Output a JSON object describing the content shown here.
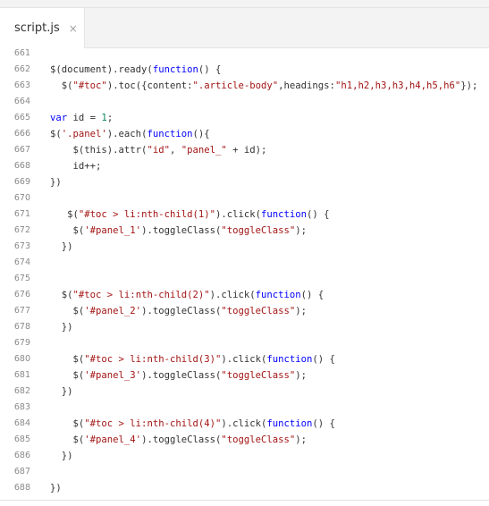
{
  "colors": {
    "keyword": "#0000ff",
    "string": "#a31515",
    "number": "#098658",
    "text": "#333333",
    "line_number": "#8a8a8a",
    "tab_bar_bg": "#f3f3f3"
  },
  "tab": {
    "label": "script.js",
    "close_icon": "×"
  },
  "lines": [
    {
      "num": "661",
      "indent": "",
      "tokens": []
    },
    {
      "num": "662",
      "indent": "",
      "tokens": [
        {
          "t": "$(document).ready(",
          "c": "plain"
        },
        {
          "t": "function",
          "c": "kw"
        },
        {
          "t": "() {",
          "c": "plain"
        }
      ]
    },
    {
      "num": "663",
      "indent": "  ",
      "tokens": [
        {
          "t": "$(",
          "c": "plain"
        },
        {
          "t": "\"#toc\"",
          "c": "str"
        },
        {
          "t": ").toc({content:",
          "c": "plain"
        },
        {
          "t": "\".article-body\"",
          "c": "str"
        },
        {
          "t": ",headings:",
          "c": "plain"
        },
        {
          "t": "\"h1,h2,h3,h3,h4,h5,h6\"",
          "c": "str"
        },
        {
          "t": "});",
          "c": "plain"
        }
      ]
    },
    {
      "num": "664",
      "indent": "",
      "tokens": []
    },
    {
      "num": "665",
      "indent": "",
      "tokens": [
        {
          "t": "var",
          "c": "kw"
        },
        {
          "t": " id = ",
          "c": "plain"
        },
        {
          "t": "1",
          "c": "num"
        },
        {
          "t": ";",
          "c": "plain"
        }
      ]
    },
    {
      "num": "666",
      "indent": "",
      "tokens": [
        {
          "t": "$(",
          "c": "plain"
        },
        {
          "t": "'.panel'",
          "c": "str"
        },
        {
          "t": ").each(",
          "c": "plain"
        },
        {
          "t": "function",
          "c": "kw"
        },
        {
          "t": "(){",
          "c": "plain"
        }
      ]
    },
    {
      "num": "667",
      "indent": "    ",
      "tokens": [
        {
          "t": "$(this).attr(",
          "c": "plain"
        },
        {
          "t": "\"id\"",
          "c": "str"
        },
        {
          "t": ", ",
          "c": "plain"
        },
        {
          "t": "\"panel_\"",
          "c": "str"
        },
        {
          "t": " + id);",
          "c": "plain"
        }
      ]
    },
    {
      "num": "668",
      "indent": "    ",
      "tokens": [
        {
          "t": "id++;",
          "c": "plain"
        }
      ]
    },
    {
      "num": "669",
      "indent": "",
      "tokens": [
        {
          "t": "})",
          "c": "plain"
        }
      ]
    },
    {
      "num": "670",
      "indent": "",
      "tokens": []
    },
    {
      "num": "671",
      "indent": "   ",
      "tokens": [
        {
          "t": "$(",
          "c": "plain"
        },
        {
          "t": "\"#toc > li:nth-child(1)\"",
          "c": "str"
        },
        {
          "t": ").click(",
          "c": "plain"
        },
        {
          "t": "function",
          "c": "kw"
        },
        {
          "t": "() {",
          "c": "plain"
        }
      ]
    },
    {
      "num": "672",
      "indent": "    ",
      "tokens": [
        {
          "t": "$(",
          "c": "plain"
        },
        {
          "t": "'#panel_1'",
          "c": "str"
        },
        {
          "t": ").toggleClass(",
          "c": "plain"
        },
        {
          "t": "\"toggleClass\"",
          "c": "str"
        },
        {
          "t": ");",
          "c": "plain"
        }
      ]
    },
    {
      "num": "673",
      "indent": "  ",
      "tokens": [
        {
          "t": "})",
          "c": "plain"
        }
      ]
    },
    {
      "num": "674",
      "indent": "",
      "tokens": []
    },
    {
      "num": "675",
      "indent": "",
      "tokens": []
    },
    {
      "num": "676",
      "indent": "  ",
      "tokens": [
        {
          "t": "$(",
          "c": "plain"
        },
        {
          "t": "\"#toc > li:nth-child(2)\"",
          "c": "str"
        },
        {
          "t": ").click(",
          "c": "plain"
        },
        {
          "t": "function",
          "c": "kw"
        },
        {
          "t": "() {",
          "c": "plain"
        }
      ]
    },
    {
      "num": "677",
      "indent": "    ",
      "tokens": [
        {
          "t": "$(",
          "c": "plain"
        },
        {
          "t": "'#panel_2'",
          "c": "str"
        },
        {
          "t": ").toggleClass(",
          "c": "plain"
        },
        {
          "t": "\"toggleClass\"",
          "c": "str"
        },
        {
          "t": ");",
          "c": "plain"
        }
      ]
    },
    {
      "num": "678",
      "indent": "  ",
      "tokens": [
        {
          "t": "})",
          "c": "plain"
        }
      ]
    },
    {
      "num": "679",
      "indent": "",
      "tokens": []
    },
    {
      "num": "680",
      "indent": "    ",
      "tokens": [
        {
          "t": "$(",
          "c": "plain"
        },
        {
          "t": "\"#toc > li:nth-child(3)\"",
          "c": "str"
        },
        {
          "t": ").click(",
          "c": "plain"
        },
        {
          "t": "function",
          "c": "kw"
        },
        {
          "t": "() {",
          "c": "plain"
        }
      ]
    },
    {
      "num": "681",
      "indent": "    ",
      "tokens": [
        {
          "t": "$(",
          "c": "plain"
        },
        {
          "t": "'#panel_3'",
          "c": "str"
        },
        {
          "t": ").toggleClass(",
          "c": "plain"
        },
        {
          "t": "\"toggleClass\"",
          "c": "str"
        },
        {
          "t": ");",
          "c": "plain"
        }
      ]
    },
    {
      "num": "682",
      "indent": "  ",
      "tokens": [
        {
          "t": "})",
          "c": "plain"
        }
      ]
    },
    {
      "num": "683",
      "indent": "",
      "tokens": []
    },
    {
      "num": "684",
      "indent": "    ",
      "tokens": [
        {
          "t": "$(",
          "c": "plain"
        },
        {
          "t": "\"#toc > li:nth-child(4)\"",
          "c": "str"
        },
        {
          "t": ").click(",
          "c": "plain"
        },
        {
          "t": "function",
          "c": "kw"
        },
        {
          "t": "() {",
          "c": "plain"
        }
      ]
    },
    {
      "num": "685",
      "indent": "    ",
      "tokens": [
        {
          "t": "$(",
          "c": "plain"
        },
        {
          "t": "'#panel_4'",
          "c": "str"
        },
        {
          "t": ").toggleClass(",
          "c": "plain"
        },
        {
          "t": "\"toggleClass\"",
          "c": "str"
        },
        {
          "t": ");",
          "c": "plain"
        }
      ]
    },
    {
      "num": "686",
      "indent": "  ",
      "tokens": [
        {
          "t": "})",
          "c": "plain"
        }
      ]
    },
    {
      "num": "687",
      "indent": "",
      "tokens": []
    },
    {
      "num": "688",
      "indent": "",
      "tokens": [
        {
          "t": "})",
          "c": "plain"
        }
      ]
    }
  ]
}
